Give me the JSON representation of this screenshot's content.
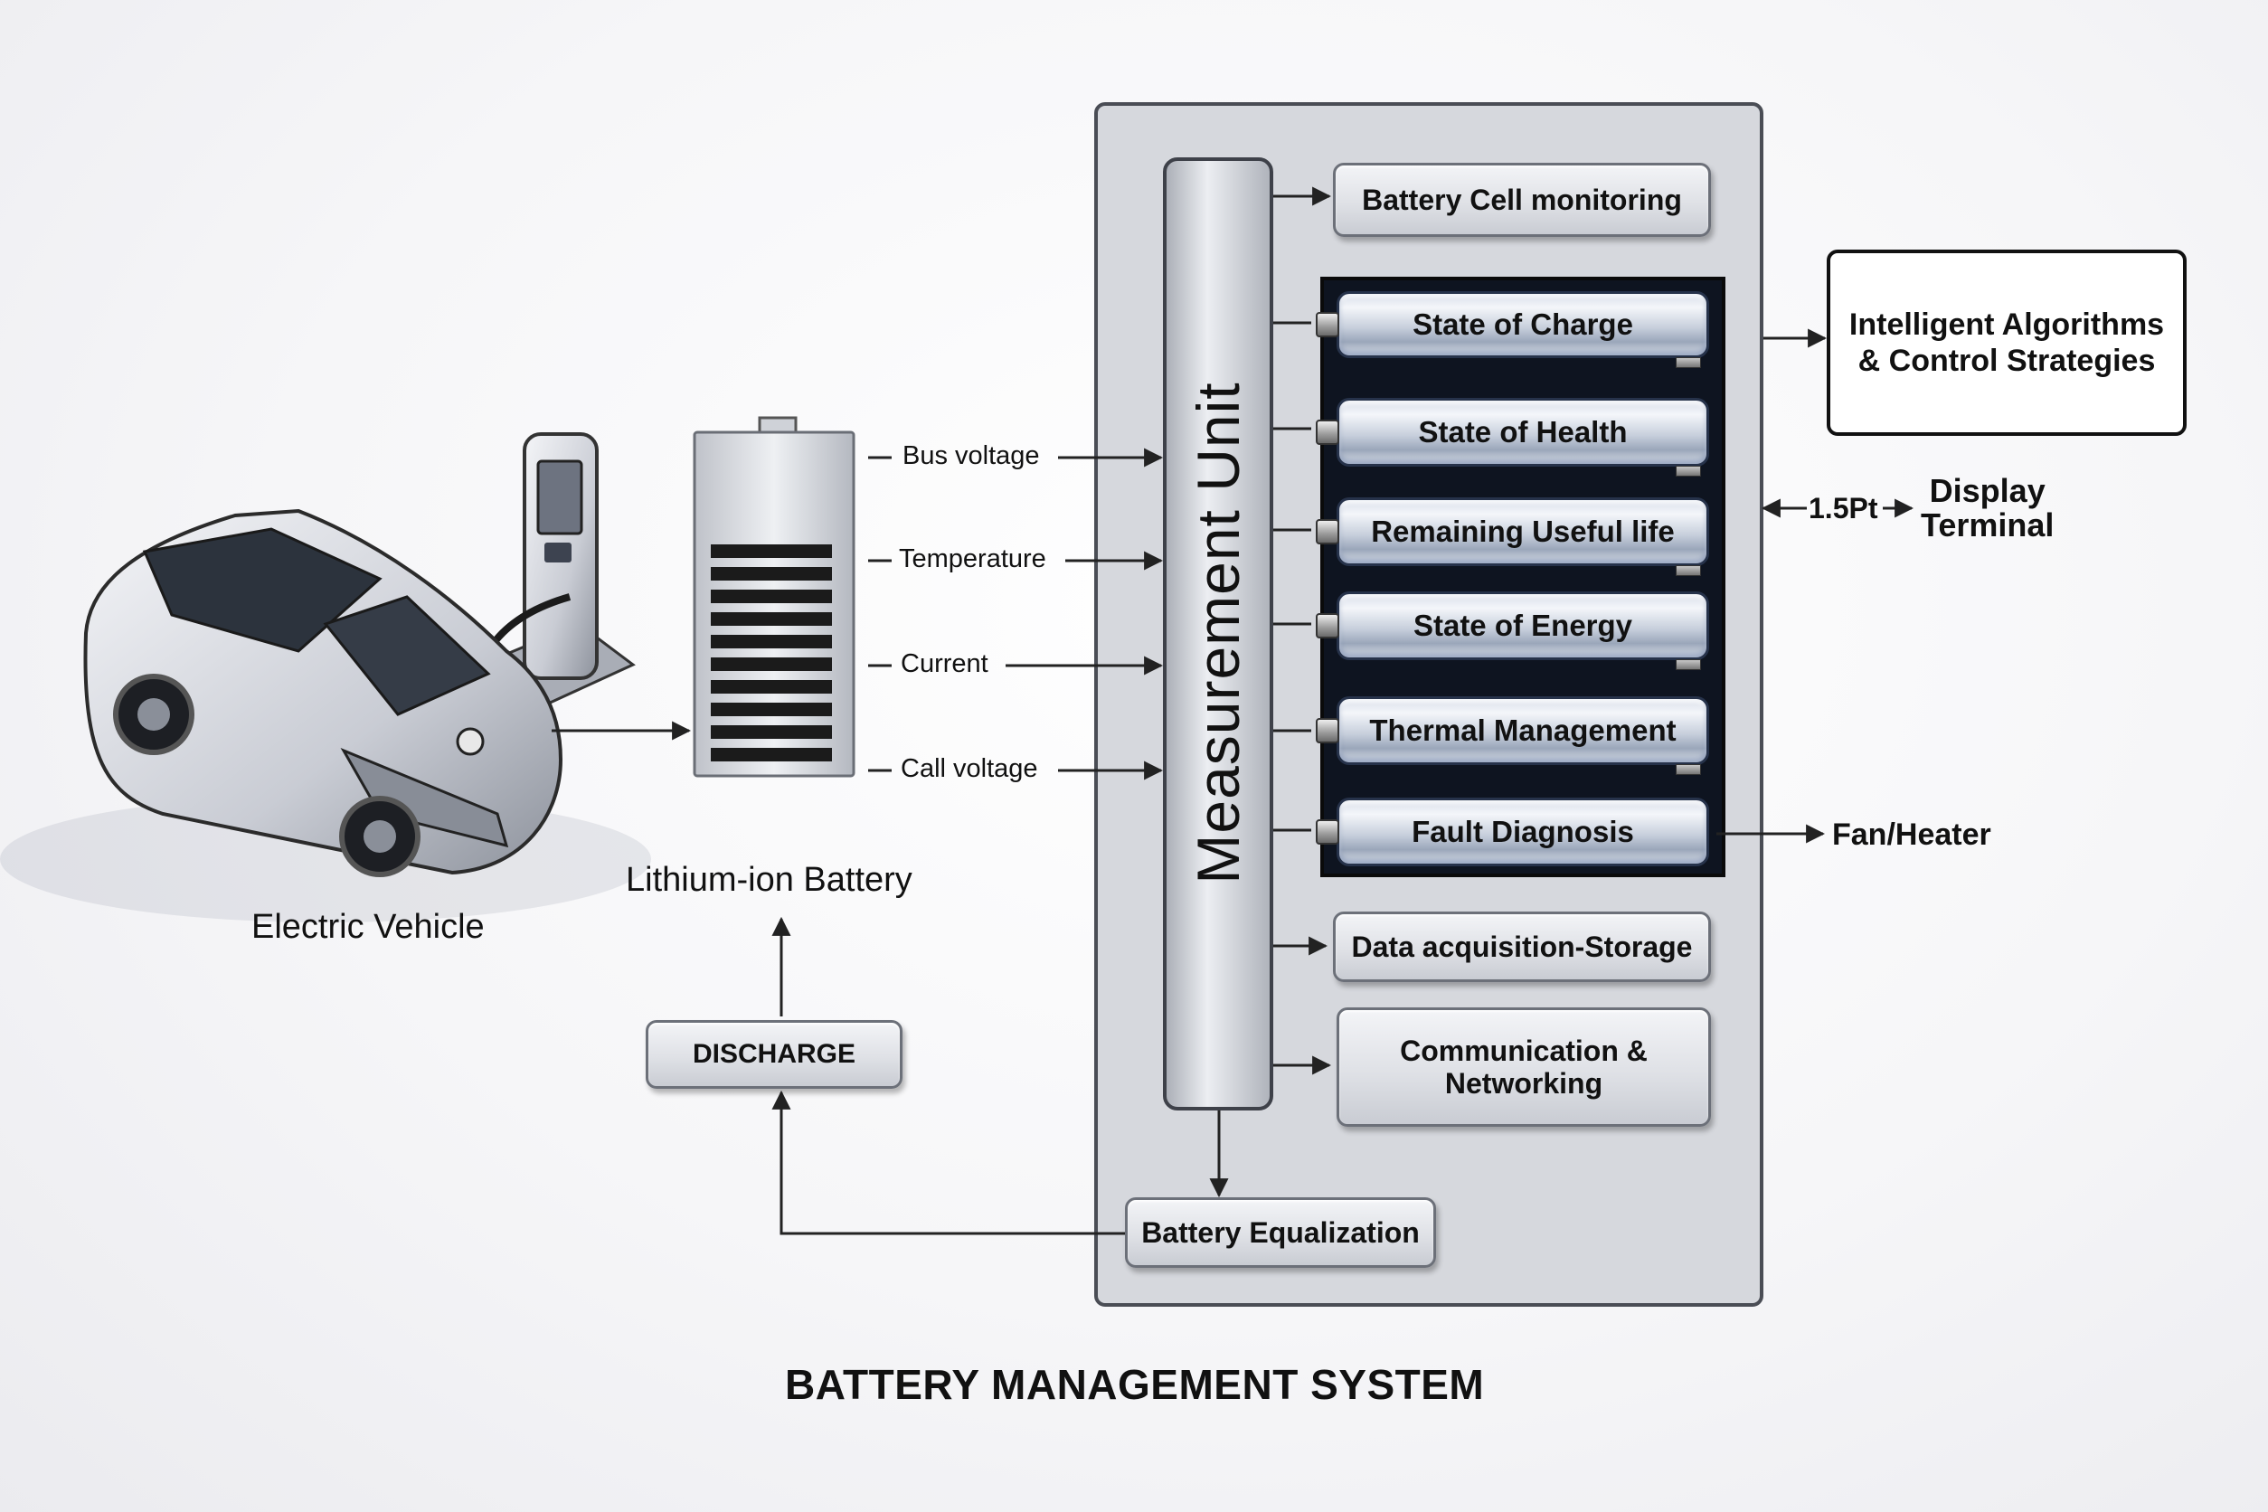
{
  "title": "BATTERY MANAGEMENT SYSTEM",
  "electric_vehicle": {
    "label": "Electric Vehicle"
  },
  "battery": {
    "label": "Lithium-ion Battery"
  },
  "signals": [
    "Bus voltage",
    "Temperature",
    "Current",
    "Call voltage"
  ],
  "measurement_unit": {
    "label": "Measurement Unit"
  },
  "modules": {
    "cell_monitoring": "Battery Cell monitoring",
    "data_storage": "Data acquisition-Storage",
    "communication_line1": "Communication &",
    "communication_line2": "Networking"
  },
  "cells": [
    "State of Charge",
    "State of Health",
    "Remaining Useful life",
    "State of Energy",
    "Thermal Management",
    "Fault Diagnosis"
  ],
  "algorithms": {
    "line1": "Intelligent Algorithms",
    "line2": "& Control Strategies"
  },
  "display": {
    "arrow_label": "1.5Pt",
    "line1": "Display",
    "line2": "Terminal"
  },
  "fan_heater": "Fan/Heater",
  "discharge": "DISCHARGE",
  "equalization": "Battery Equalization",
  "colors": {
    "cell_border": "#26324a",
    "panel": "#d3d5da",
    "arrow": "#222222"
  }
}
